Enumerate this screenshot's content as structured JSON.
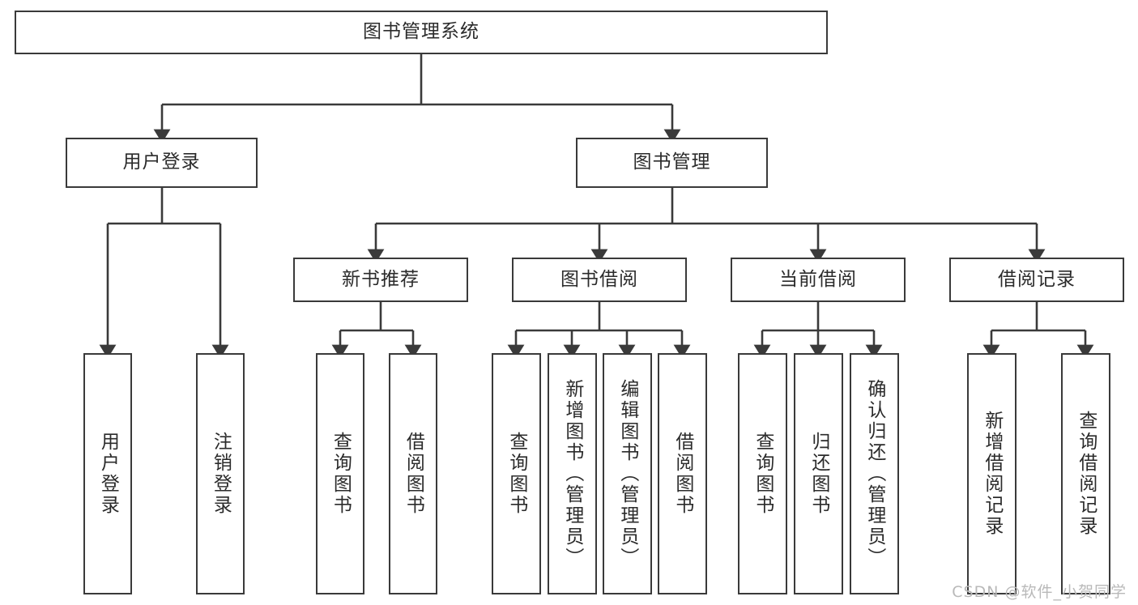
{
  "diagram": {
    "title_node": {
      "label": "图书管理系统"
    },
    "level2": [
      {
        "key": "user_login",
        "label": "用户登录"
      },
      {
        "key": "book_manage",
        "label": "图书管理"
      }
    ],
    "level3": [
      {
        "key": "new_book_rec",
        "label": "新书推荐"
      },
      {
        "key": "book_borrow",
        "label": "图书借阅"
      },
      {
        "key": "current_borrow",
        "label": "当前借阅"
      },
      {
        "key": "borrow_record",
        "label": "借阅记录"
      }
    ],
    "leaves": {
      "user_login": [
        {
          "key": "leaf_user_login",
          "label": "用户登录"
        },
        {
          "key": "leaf_logout",
          "label": "注销登录"
        }
      ],
      "new_book_rec": [
        {
          "key": "leaf_query_book_a",
          "label": "查询图书"
        },
        {
          "key": "leaf_borrow_book_a",
          "label": "借阅图书"
        }
      ],
      "book_borrow": [
        {
          "key": "leaf_query_book_b",
          "label": "查询图书"
        },
        {
          "key": "leaf_add_book",
          "label": "新增图书（管理员）"
        },
        {
          "key": "leaf_edit_book",
          "label": "编辑图书（管理员）"
        },
        {
          "key": "leaf_borrow_book_b",
          "label": "借阅图书"
        }
      ],
      "current_borrow": [
        {
          "key": "leaf_query_book_c",
          "label": "查询图书"
        },
        {
          "key": "leaf_return_book",
          "label": "归还图书"
        },
        {
          "key": "leaf_confirm_return",
          "label": "确认归还（管理员）"
        }
      ],
      "borrow_record": [
        {
          "key": "leaf_add_record",
          "label": "新增借阅记录"
        },
        {
          "key": "leaf_query_record",
          "label": "查询借阅记录"
        }
      ]
    }
  },
  "watermark": {
    "text": "CSDN @软件_小贺同学"
  },
  "colors": {
    "stroke": "#3a3a3a",
    "text": "#2b2b2b",
    "background": "#ffffff",
    "watermark": "#b9b9b9"
  }
}
